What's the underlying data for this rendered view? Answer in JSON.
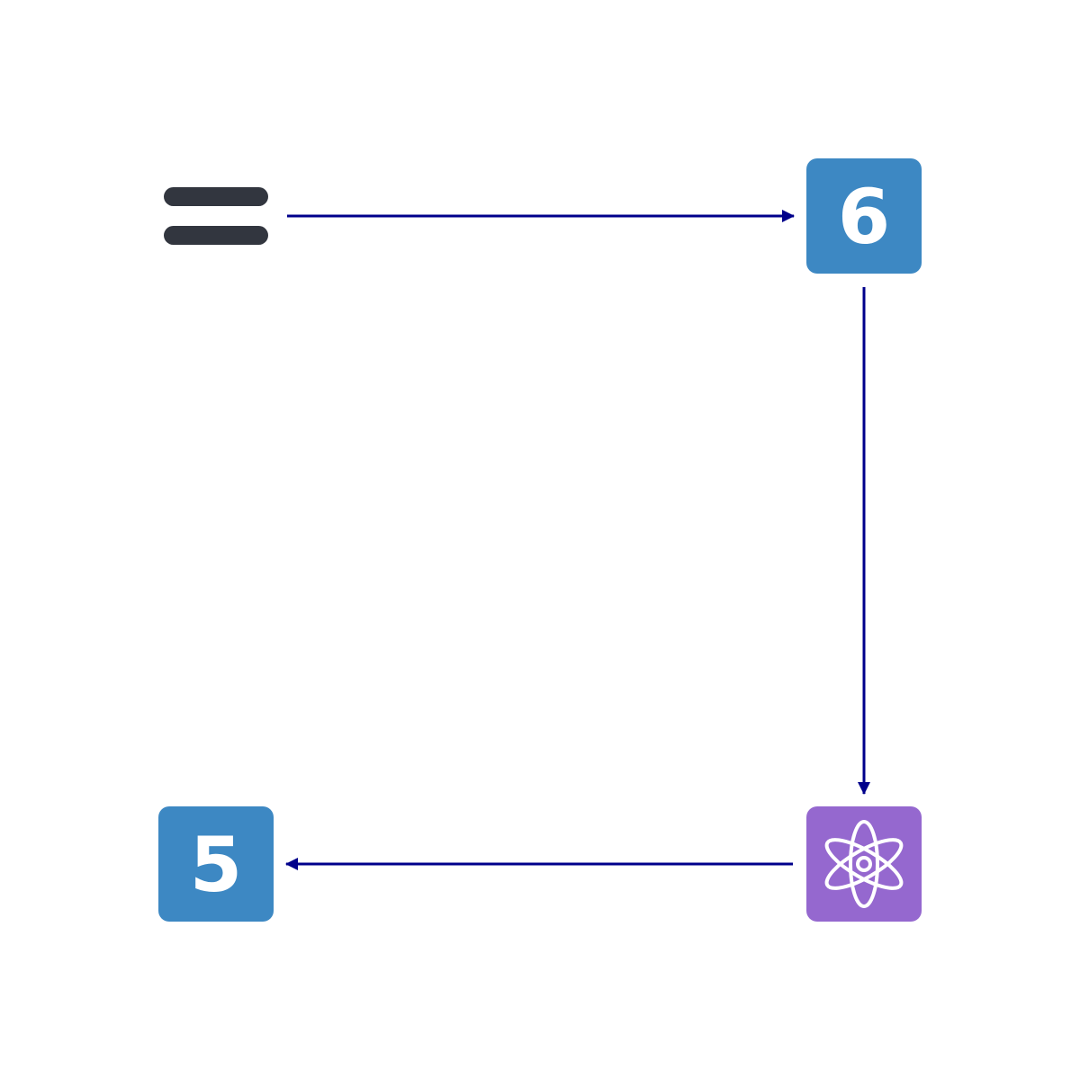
{
  "colors": {
    "background": "#ffffff",
    "arrow": "#00008b",
    "equals_icon": "#32363f",
    "digit_tile": "#3d88c3",
    "atom_tile": "#9568cf",
    "glyph": "#ffffff"
  },
  "nodes": [
    {
      "id": "equals",
      "icon": "equals-icon",
      "kind": "glyph"
    },
    {
      "id": "six",
      "icon": "digit-six-icon",
      "kind": "digit-tile",
      "label": "6"
    },
    {
      "id": "atom",
      "icon": "atom-icon",
      "kind": "atom-tile"
    },
    {
      "id": "five",
      "icon": "digit-five-icon",
      "kind": "digit-tile",
      "label": "5"
    }
  ],
  "edges": [
    {
      "from": "equals",
      "to": "six"
    },
    {
      "from": "six",
      "to": "atom"
    },
    {
      "from": "atom",
      "to": "five"
    }
  ]
}
